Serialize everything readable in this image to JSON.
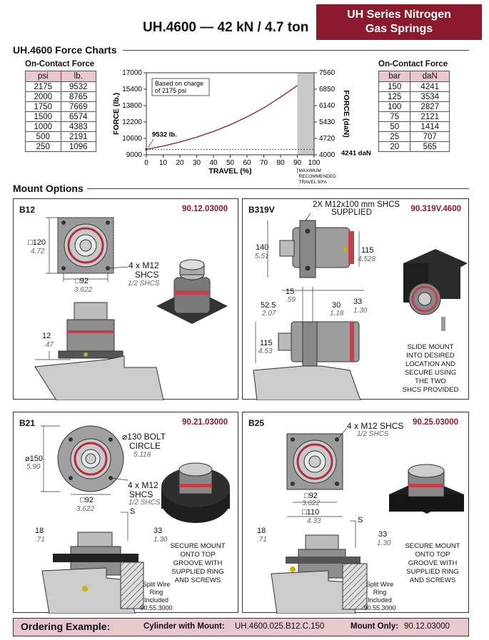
{
  "header": {
    "title": "UH.4600 — 42 kN / 4.7 ton",
    "series_line1": "UH Series Nitrogen",
    "series_line2": "Gas Springs"
  },
  "force_charts": {
    "heading": "UH.4600 Force Charts",
    "left_caption": "On-Contact Force",
    "left_cols": [
      "psi",
      "lb."
    ],
    "left_rows": [
      [
        "2175",
        "9532"
      ],
      [
        "2000",
        "8765"
      ],
      [
        "1750",
        "7669"
      ],
      [
        "1500",
        "6574"
      ],
      [
        "1000",
        "4383"
      ],
      [
        "500",
        "2191"
      ],
      [
        "250",
        "1096"
      ]
    ],
    "right_caption": "On-Contact Force",
    "right_cols": [
      "bar",
      "daN"
    ],
    "right_rows": [
      [
        "150",
        "4241"
      ],
      [
        "125",
        "3534"
      ],
      [
        "100",
        "2827"
      ],
      [
        "75",
        "2121"
      ],
      [
        "50",
        "1414"
      ],
      [
        "25",
        "707"
      ],
      [
        "20",
        "565"
      ]
    ]
  },
  "chart_data": {
    "type": "line",
    "x": [
      0,
      10,
      20,
      30,
      40,
      50,
      60,
      70,
      80,
      90
    ],
    "series": [
      {
        "values": [
          9532,
          9850,
          10250,
          10720,
          11280,
          11930,
          12700,
          13580,
          14620,
          15750
        ]
      }
    ],
    "xlabel": "TRAVEL (%)",
    "ylabel": "FORCE (lb.)",
    "y2label": "FORCE (daN)",
    "xlim": [
      0,
      100
    ],
    "ylim": [
      9000,
      17000
    ],
    "xticks": [
      "0",
      "10",
      "20",
      "30",
      "40",
      "50",
      "60",
      "70",
      "80",
      "90",
      "100"
    ],
    "yticks": [
      "9000",
      "10600",
      "12200",
      "13800",
      "15400",
      "17000"
    ],
    "y2ticks": [
      "4000",
      "4720",
      "5430",
      "6140",
      "6850",
      "7560"
    ],
    "annotation_box_1": "Based on charge",
    "annotation_box_2": "of 2175 psi",
    "start_label": "9532 lb.",
    "right_label": "4241 daN",
    "max_note": [
      "MAXIMUM",
      "RECOMMENDED",
      "TRAVEL 90%"
    ],
    "shade_from": 90,
    "colors": {
      "curve": "#8b1a2e",
      "shade": "#c8c8c8"
    }
  },
  "mount_options": {
    "heading": "Mount Options",
    "b12": {
      "name": "B12",
      "code": "90.12.03000",
      "dim_120": "□120",
      "dim_120_in": "4.72",
      "dim_92": "□92",
      "dim_92_in": "3.622",
      "screws_1": "4 x M12",
      "screws_2": "SHCS",
      "screws_in": "1/2 SHCS",
      "dim_12": "12",
      "dim_12_in": ".47"
    },
    "b319v": {
      "name": "B319V",
      "code": "90.319V.4600",
      "screws_1": "2X M12x100 mm SHCS",
      "screws_2": "SUPPLIED",
      "dim_140": "140",
      "dim_140_in": "5.51",
      "dim_115a": "115",
      "dim_115a_in": "4.528",
      "dim_15": "15",
      "dim_15_in": ".59",
      "dim_52": "52.5",
      "dim_52_in": "2.07",
      "dim_30": "30",
      "dim_30_in": "1.18",
      "dim_33": "33",
      "dim_33_in": "1.30",
      "dim_115b": "115",
      "dim_115b_in": "4.53",
      "note": [
        "SLIDE MOUNT",
        "INTO DESIRED",
        "LOCATION AND",
        "SECURE USING",
        "THE TWO",
        "SHCS PROVIDED"
      ]
    },
    "b21": {
      "name": "B21",
      "code": "90.21.03000",
      "bolt_1": "⌀130 BOLT",
      "bolt_2": "CIRCLE",
      "bolt_in": "5.118",
      "dim_150": "⌀150",
      "dim_150_in": "5.90",
      "dim_92": "□92",
      "dim_92_in": "3.622",
      "screws_1": "4 x M12",
      "screws_2": "SHCS",
      "screws_in": "1/2 SHCS",
      "s": "S",
      "dim_18": "18",
      "dim_18_in": ".71",
      "dim_33": "33",
      "dim_33_in": "1.30",
      "note": [
        "SECURE MOUNT",
        "ONTO TOP",
        "GROOVE WITH",
        "SUPPLIED RING",
        "AND SCREWS"
      ],
      "wire": [
        "Split Wire",
        "Ring",
        "Included",
        "90.55.3000"
      ]
    },
    "b25": {
      "name": "B25",
      "code": "90.25.03000",
      "screws_1": "4 x M12 SHCS",
      "screws_in": "1/2 SHCS",
      "dim_92": "□92",
      "dim_92_in": "3.622",
      "dim_110": "□110",
      "dim_110_in": "4.33",
      "s": "S",
      "dim_18": "18",
      "dim_18_in": ".71",
      "dim_33": "33",
      "dim_33_in": "1.30",
      "note": [
        "SECURE MOUNT",
        "ONTO TOP",
        "GROOVE WITH",
        "SUPPLIED RING",
        "AND SCREWS"
      ],
      "wire": [
        "Split Wire",
        "Ring",
        "Included",
        "90.55.3000"
      ]
    }
  },
  "ordering": {
    "label": "Ordering Example:",
    "cyl_label": "Cylinder with Mount:",
    "cyl_value": "UH.4600.025.B12.C.150",
    "mount_label": "Mount Only:",
    "mount_value": "90.12.03000"
  }
}
